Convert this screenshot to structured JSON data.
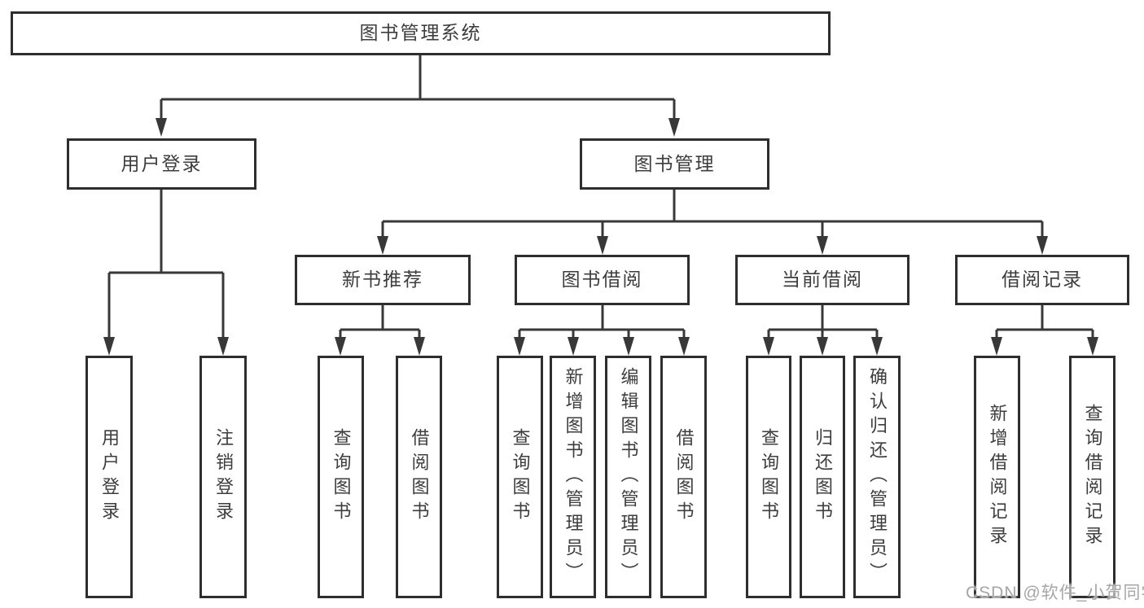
{
  "tree": {
    "root": {
      "label": "图书管理系统",
      "children": [
        {
          "label": "用户登录",
          "children": [
            {
              "label": "用户登录"
            },
            {
              "label": "注销登录"
            }
          ]
        },
        {
          "label": "图书管理",
          "children": [
            {
              "label": "新书推荐",
              "children": [
                {
                  "label": "查询图书"
                },
                {
                  "label": "借阅图书"
                }
              ]
            },
            {
              "label": "图书借阅",
              "children": [
                {
                  "label": "查询图书"
                },
                {
                  "label": "新增图书（管理员）"
                },
                {
                  "label": "编辑图书（管理员）"
                },
                {
                  "label": "借阅图书"
                }
              ]
            },
            {
              "label": "当前借阅",
              "children": [
                {
                  "label": "查询图书"
                },
                {
                  "label": "归还图书"
                },
                {
                  "label": "确认归还（管理员）"
                }
              ]
            },
            {
              "label": "借阅记录",
              "children": [
                {
                  "label": "新增借阅记录"
                },
                {
                  "label": "查询借阅记录"
                }
              ]
            }
          ]
        }
      ]
    }
  },
  "watermark": {
    "text": "CSDN @软件_小贺同学"
  },
  "colors": {
    "line": "#383838",
    "border": "#2e2e2e",
    "text": "#3d3d3d",
    "background": "#ffffff",
    "watermark": "#a6a6a6"
  }
}
